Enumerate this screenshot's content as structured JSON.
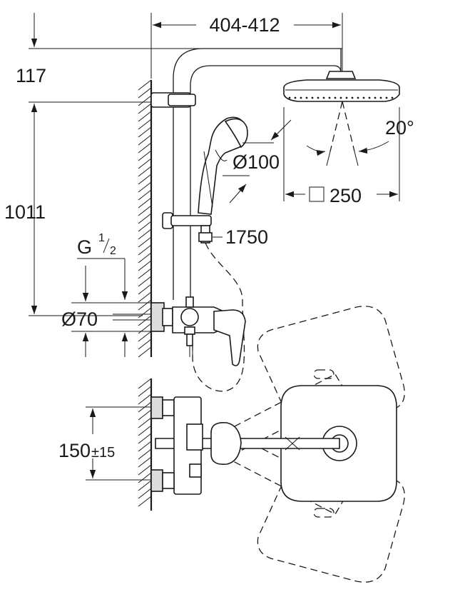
{
  "dimensions": {
    "width_range": "404-412",
    "head_offset": "117",
    "height": "1011",
    "angle": "20°",
    "handshower_diameter": "Ø100",
    "head_size": "250",
    "hose_length": "1750",
    "thread_g": "G",
    "thread_num": "1",
    "thread_den": "2",
    "connector_diameter": "Ø70",
    "center_distance": "150",
    "center_tolerance": "±15"
  }
}
